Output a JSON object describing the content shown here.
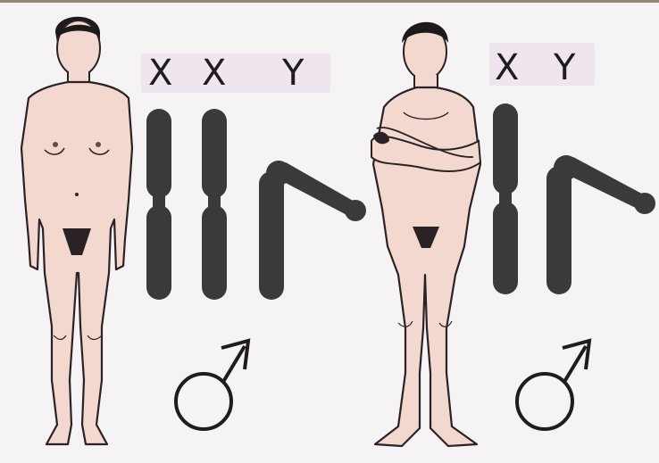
{
  "labels": {
    "left_x1": "X",
    "left_x2": "X",
    "left_y": "Y",
    "right_x": "X",
    "right_y": "Y"
  },
  "symbols": {
    "left": "male-symbol",
    "right": "male-symbol"
  },
  "colors": {
    "skin": "#f3d8cf",
    "outline": "#2a2224",
    "chromosome": "#3a3a3a",
    "hair": "#1e1a1b"
  }
}
